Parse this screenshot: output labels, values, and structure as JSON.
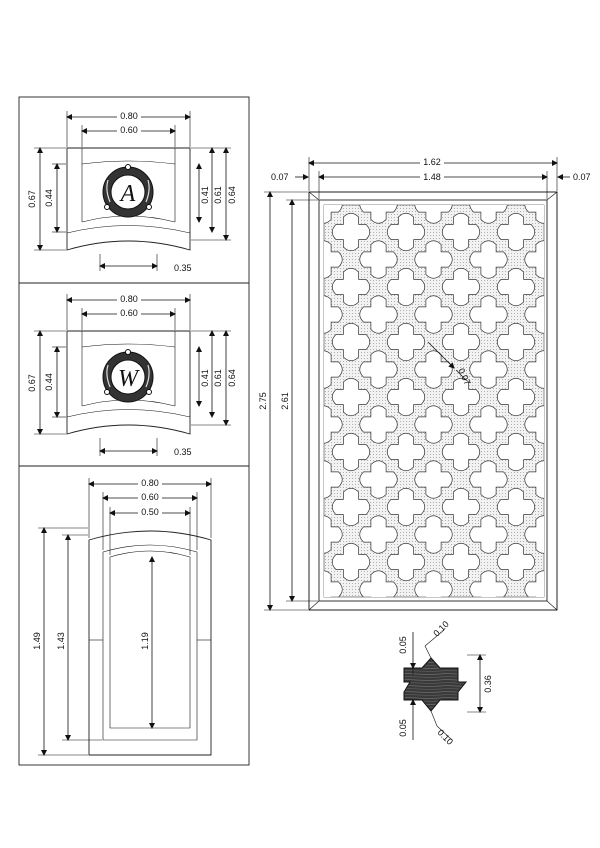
{
  "panel_door_1": {
    "dims": {
      "width_outer": "0.80",
      "width_inner": "0.60",
      "height_outer": "0.67",
      "height_inner": "0.44",
      "right_a": "0.41",
      "right_b": "0.61",
      "right_c": "0.64",
      "bottom": "0.35"
    },
    "medallion_letter": "A"
  },
  "panel_door_2": {
    "dims": {
      "width_outer": "0.80",
      "width_inner": "0.60",
      "height_outer": "0.67",
      "height_inner": "0.44",
      "right_a": "0.41",
      "right_b": "0.61",
      "right_c": "0.64",
      "bottom": "0.35"
    },
    "medallion_letter": "W"
  },
  "panel_door_3": {
    "dims": {
      "width_outer": "0.80",
      "width_mid": "0.60",
      "width_inner": "0.50",
      "height_outer": "1.49",
      "height_mid": "1.43",
      "height_inner": "1.19"
    }
  },
  "screen": {
    "dims": {
      "width_total": "1.62",
      "width_inner": "1.48",
      "frame_left": "0.07",
      "frame_right": "0.07",
      "height_total": "2.75",
      "height_inner": "2.61",
      "bar": "0.07"
    }
  },
  "profile": {
    "dims": {
      "top_a": "0.05",
      "top_b": "0.10",
      "side": "0.36",
      "bottom_a": "0.05",
      "bottom_b": "0.10"
    }
  }
}
